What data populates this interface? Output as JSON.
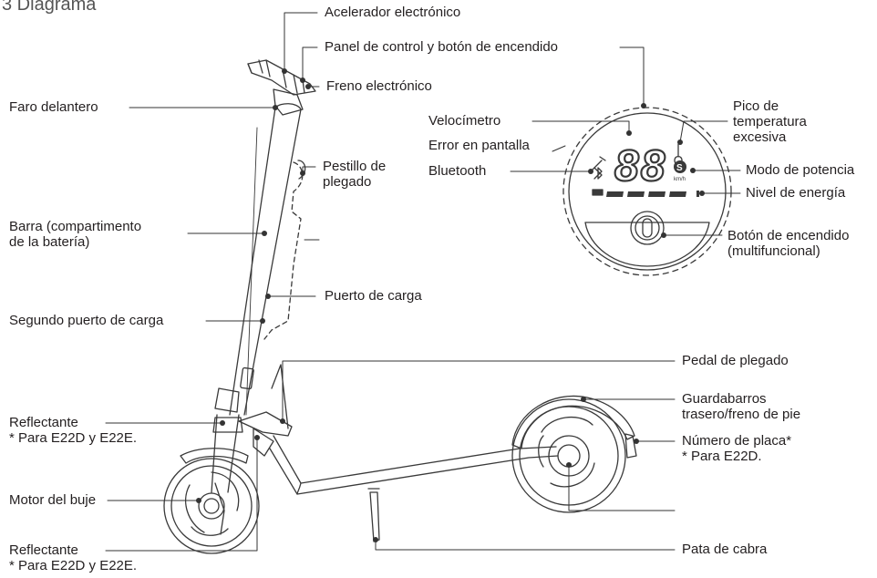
{
  "title": "3 Diagrama",
  "labels": {
    "accelerator": "Acelerador electrónico",
    "control_panel": "Panel de control y botón de encendido",
    "brake": "Freno electrónico",
    "headlight": "Faro delantero",
    "folding_latch": [
      "Pestillo de",
      "plegado"
    ],
    "bar": [
      "Barra (compartimento",
      "de la batería)"
    ],
    "charging_port": "Puerto de carga",
    "second_charging_port": "Segundo puerto de carga",
    "folding_pedal": "Pedal de plegado",
    "rear_fender": [
      "Guardabarros",
      "trasero/freno de pie"
    ],
    "plate_number": "Número de placa*",
    "plate_note": "* Para E22D.",
    "reflector_top": "Reflectante",
    "reflector_top_note": "* Para E22D y E22E.",
    "hub_motor": "Motor del buje",
    "reflector_bottom": "Reflectante",
    "reflector_bottom_note": "* Para E22D y E22E.",
    "kickstand": "Pata de cabra",
    "speedometer": "Velocímetro",
    "screen_error": "Error en pantalla",
    "bluetooth": "Bluetooth",
    "overheat_peak": [
      "Pico de",
      "temperatura",
      "excesiva"
    ],
    "power_mode": "Modo de potencia",
    "power_level": "Nivel de energía",
    "power_button": [
      "Botón de encendido",
      "(multifuncional)"
    ]
  },
  "display": {
    "digits": "88",
    "unit": "km/h",
    "mode_symbol": "S"
  }
}
